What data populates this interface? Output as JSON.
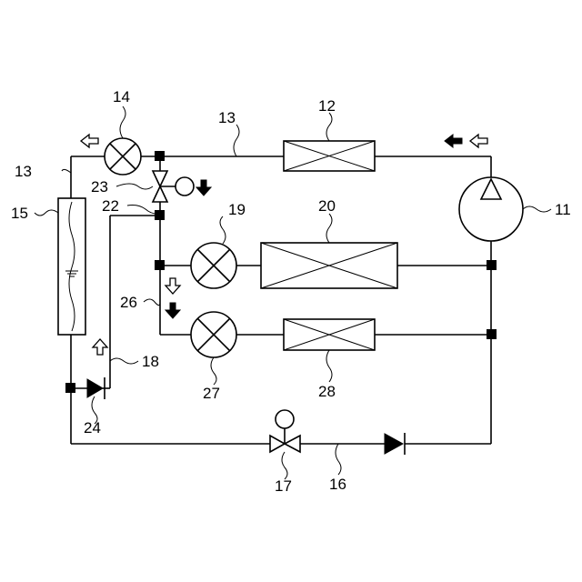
{
  "diagram": {
    "labels": {
      "compressor": "11",
      "condenser": "12",
      "pipe_high": "13",
      "pipe_left": "13",
      "expansion_valve_top": "14",
      "receiver": "15",
      "pipe_bottom": "16",
      "solenoid_valve_bottom": "17",
      "bypass_pipe": "18",
      "expansion_valve_mid": "19",
      "evaporator_mid": "20",
      "junction": "22",
      "solenoid_valve_top": "23",
      "check_valve_left": "24",
      "branch_pipe": "26",
      "expansion_valve_low": "27",
      "evaporator_low": "28"
    }
  }
}
